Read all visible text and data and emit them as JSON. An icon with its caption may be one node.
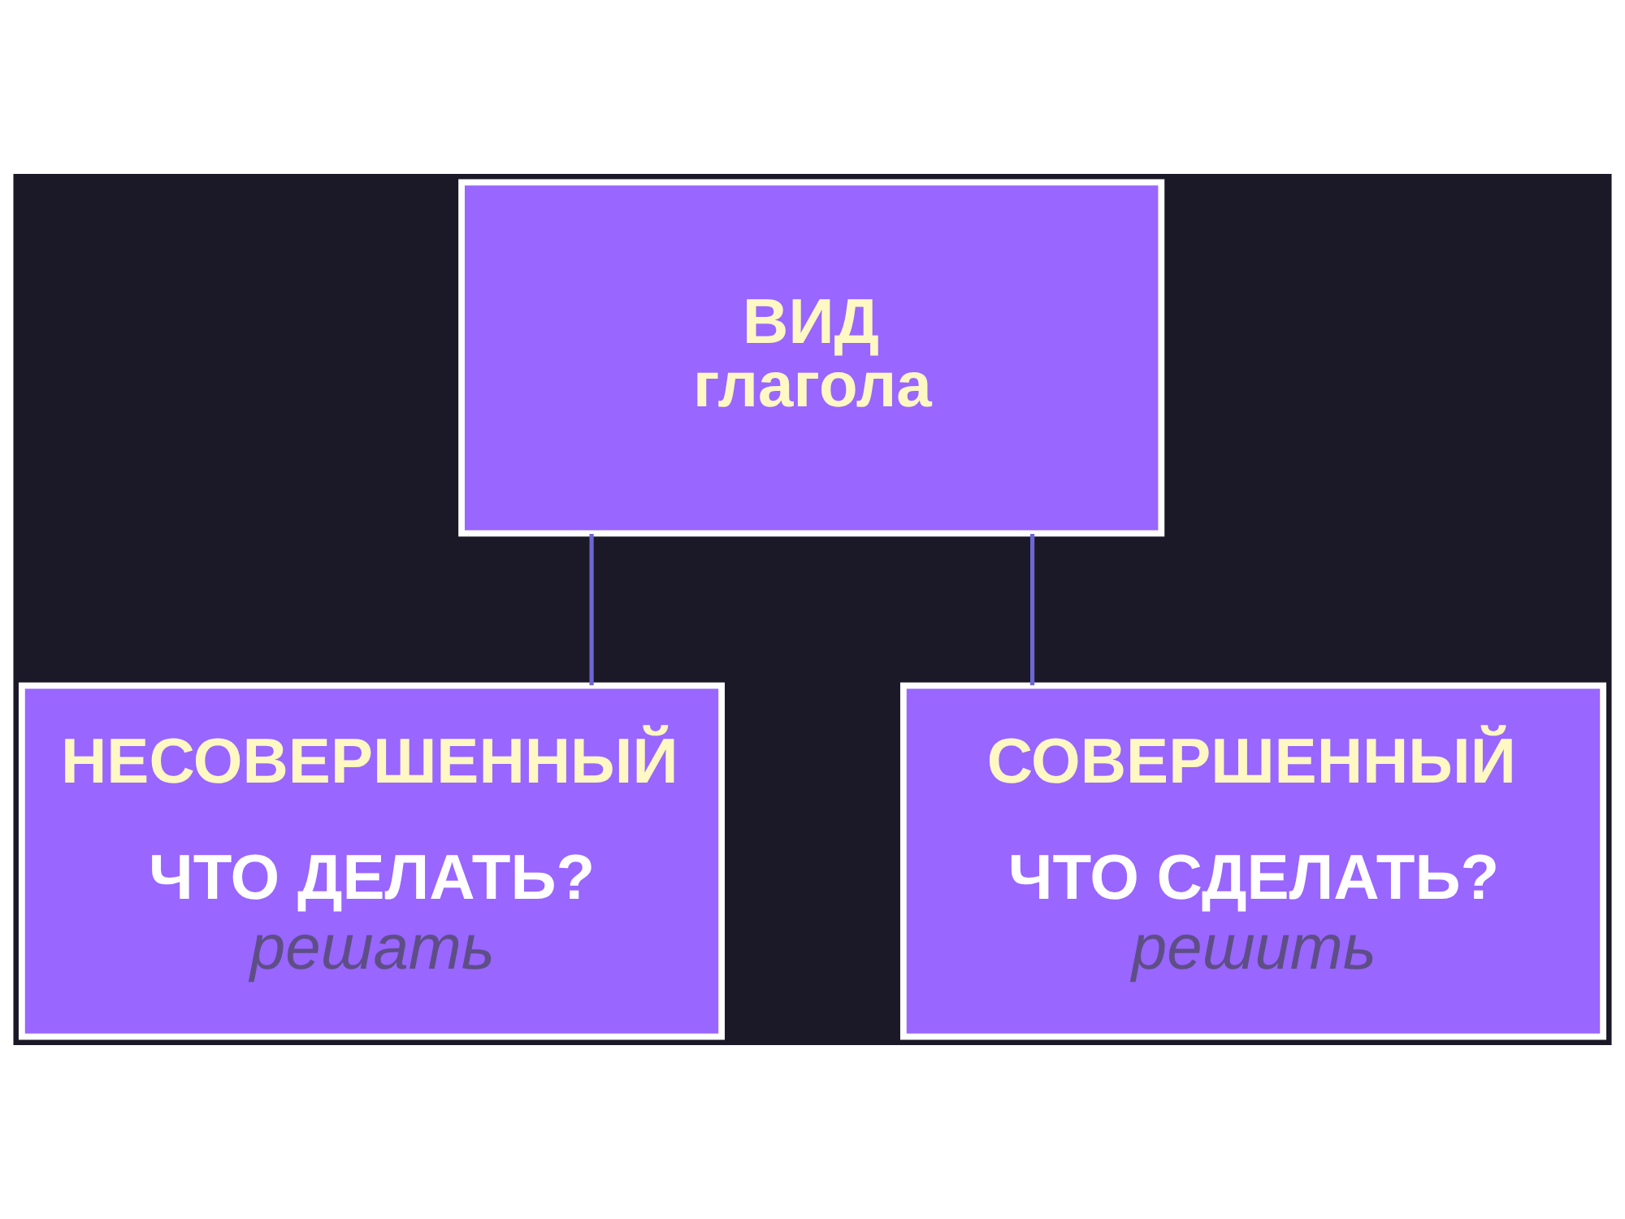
{
  "diagram": {
    "nodes": [
      {
        "text": [
          "ВИД глагола"
        ]
      },
      {
        "text": [
          "НЕСОВЕРШЕННЫЙ",
          "ЧТО ДЕЛАТЬ?",
          "решать"
        ]
      },
      {
        "text": [
          "СОВЕРШЕННЫЙ",
          "ЧТО СДЕЛАТЬ?",
          "решить"
        ]
      }
    ],
    "edges": [
      {
        "from": 0,
        "to": 1,
        "arrow": "none"
      },
      {
        "from": 0,
        "to": 2,
        "arrow": "none"
      }
    ]
  }
}
